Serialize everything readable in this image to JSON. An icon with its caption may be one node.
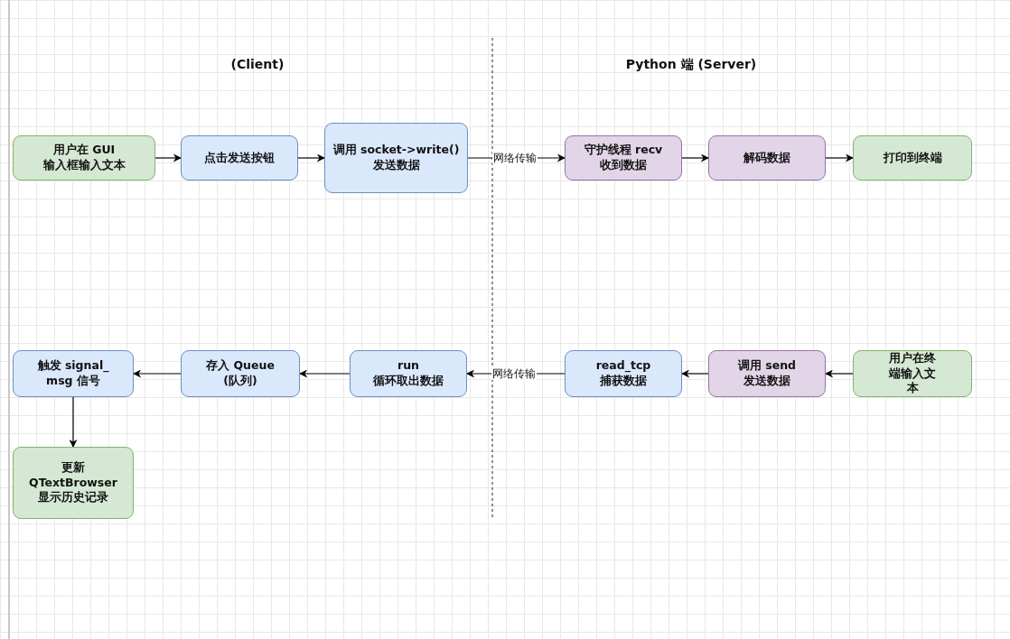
{
  "diagram": {
    "nodes": [
      {
        "text": [
          "用户在 GUI 输入框输入文本"
        ]
      },
      {
        "text": [
          "点击发送按钮"
        ]
      },
      {
        "text": [
          "调用 socket->write() 发送数据"
        ]
      },
      {
        "text": [
          "守护线程 recv 收到数据"
        ]
      },
      {
        "text": [
          "解码数据"
        ]
      },
      {
        "text": [
          "打印到终端"
        ]
      },
      {
        "text": [
          "触发 signal_ msg 信号"
        ]
      },
      {
        "text": [
          "存入 Queue (队列)"
        ]
      },
      {
        "text": [
          "run 循环取出数据"
        ]
      },
      {
        "text": [
          "read_tcp 捕获数据"
        ]
      },
      {
        "text": [
          "调用 send 发送数据"
        ]
      },
      {
        "text": [
          "用户在终端输入文本"
        ]
      },
      {
        "text": [
          "更新 QTextBrowser 显示历史记录"
        ]
      }
    ],
    "edges": [
      {
        "from": 0,
        "to": 1,
        "arrow": "to"
      },
      {
        "from": 1,
        "to": 2,
        "arrow": "to"
      },
      {
        "from": 2,
        "to": 3,
        "arrow": "to",
        "label": "网络传输"
      },
      {
        "from": 3,
        "to": 4,
        "arrow": "to"
      },
      {
        "from": 4,
        "to": 5,
        "arrow": "to"
      },
      {
        "from": 11,
        "to": 10,
        "arrow": "to"
      },
      {
        "from": 10,
        "to": 9,
        "arrow": "to"
      },
      {
        "from": 9,
        "to": 8,
        "arrow": "to",
        "label": "网络传输"
      },
      {
        "from": 8,
        "to": 7,
        "arrow": "to"
      },
      {
        "from": 7,
        "to": 6,
        "arrow": "to"
      },
      {
        "from": 6,
        "to": 12,
        "arrow": "to"
      }
    ],
    "labels": [
      "(Client)",
      "Python 端 (Server)"
    ]
  }
}
